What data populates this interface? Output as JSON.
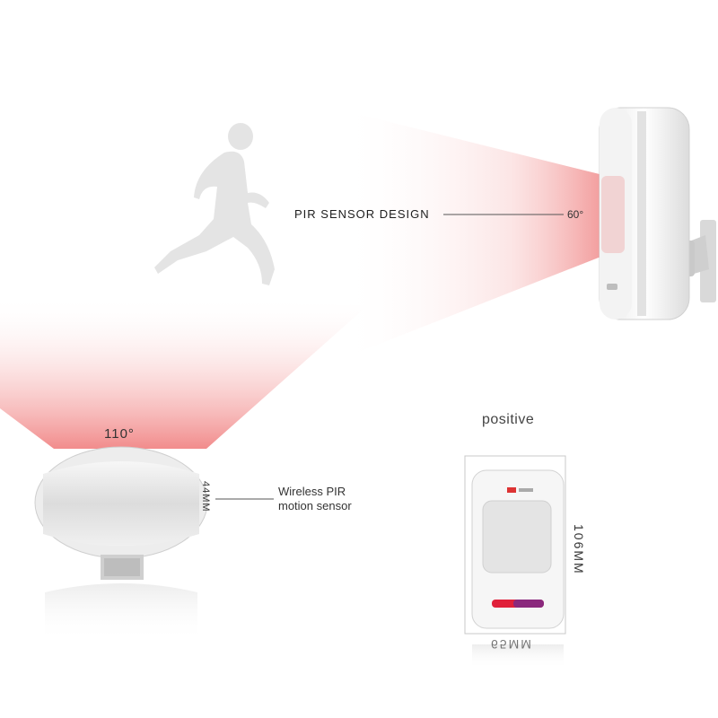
{
  "labels": {
    "pir_sensor_design": "PIR  SENSOR  DESIGN",
    "angle_60": "60°",
    "angle_110": "110°",
    "height_44": "44MM",
    "wireless_line1": "Wireless PIR",
    "wireless_line2": "motion sensor",
    "positive": "positive",
    "height_106": "106MM",
    "width_65": "65MM"
  },
  "colors": {
    "beam": "#f2a0a0",
    "device_body": "#f3f3f3",
    "device_shadow": "#d5d5d5",
    "runner": "#e3e3e3",
    "led_red": "#e0203a",
    "led_purple": "#7a2a8a"
  },
  "icons": [
    "running-person-silhouette",
    "wall-mounted-pir-sensor",
    "oval-pir-sensor",
    "front-view-pir-sensor"
  ]
}
